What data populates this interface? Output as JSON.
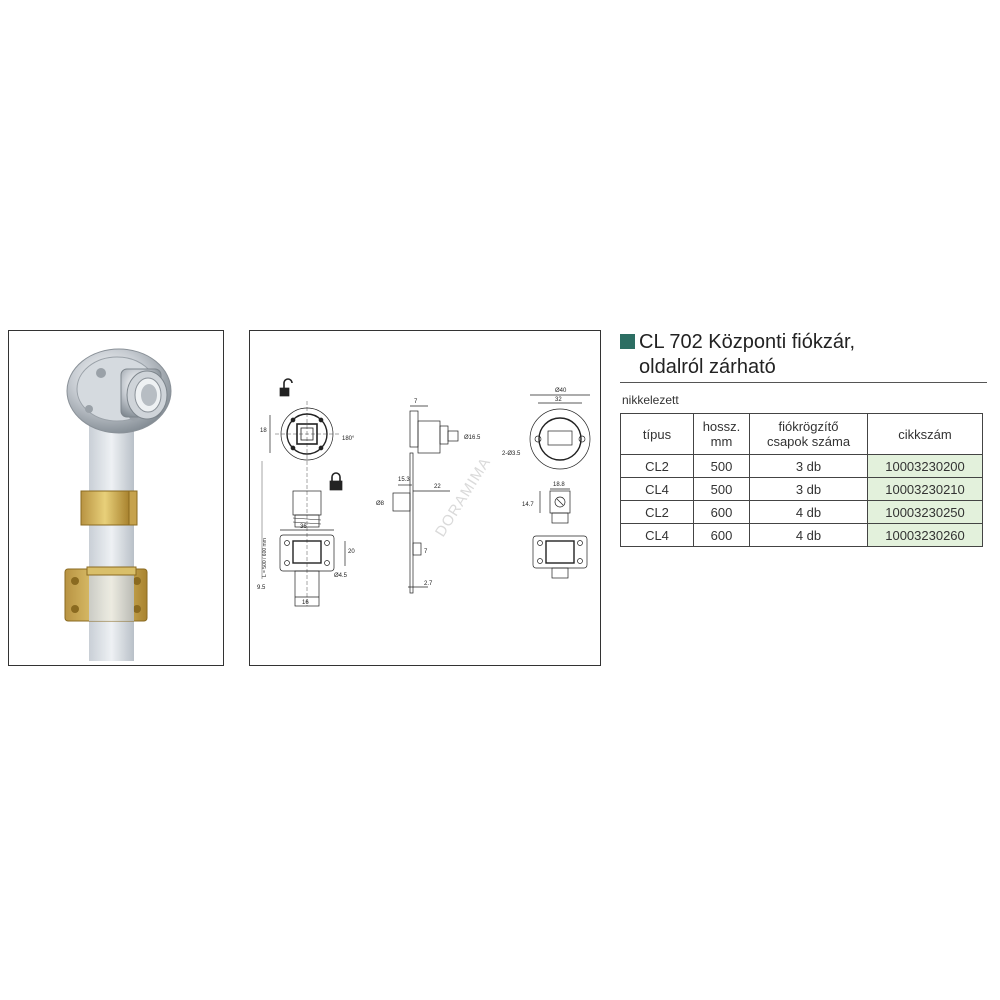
{
  "product": {
    "title_line1": "CL 702 Központi fiókzár,",
    "title_line2": "oldalról zárható",
    "finish": "nikkelezett",
    "accent_color": "#2c6e63"
  },
  "table": {
    "headers": [
      {
        "line1": "típus",
        "line2": ""
      },
      {
        "line1": "hossz.",
        "line2": "mm"
      },
      {
        "line1": "fiókrögzítő",
        "line2": "csapok száma"
      },
      {
        "line1": "cikkszám",
        "line2": ""
      }
    ],
    "rows": [
      {
        "tipus": "CL2",
        "hossz": "500",
        "csapok": "3 db",
        "cikkszam": "10003230200"
      },
      {
        "tipus": "CL4",
        "hossz": "500",
        "csapok": "3 db",
        "cikkszam": "10003230210"
      },
      {
        "tipus": "CL2",
        "hossz": "600",
        "csapok": "4 db",
        "cikkszam": "10003230250"
      },
      {
        "tipus": "CL4",
        "hossz": "600",
        "csapok": "4 db",
        "cikkszam": "10003230260"
      }
    ],
    "code_highlight_color": "#e3f1dc"
  },
  "drawing": {
    "dims": {
      "d18": "18",
      "d180": "180°",
      "length": "L = 500 / 600 mm",
      "d36": "36",
      "d20": "20",
      "d45": "Ø4.5",
      "d95": "9.5",
      "d16": "16",
      "d7a": "7",
      "d165": "Ø16.5",
      "d153": "15.3",
      "d22": "22",
      "d8": "Ø8",
      "d7b": "7",
      "d27": "2.7",
      "d40": "Ø40",
      "d32": "32",
      "d235": "2-Ø3.5",
      "d188": "18.8",
      "d147": "14.7"
    }
  },
  "watermark": "DORAMIMA"
}
